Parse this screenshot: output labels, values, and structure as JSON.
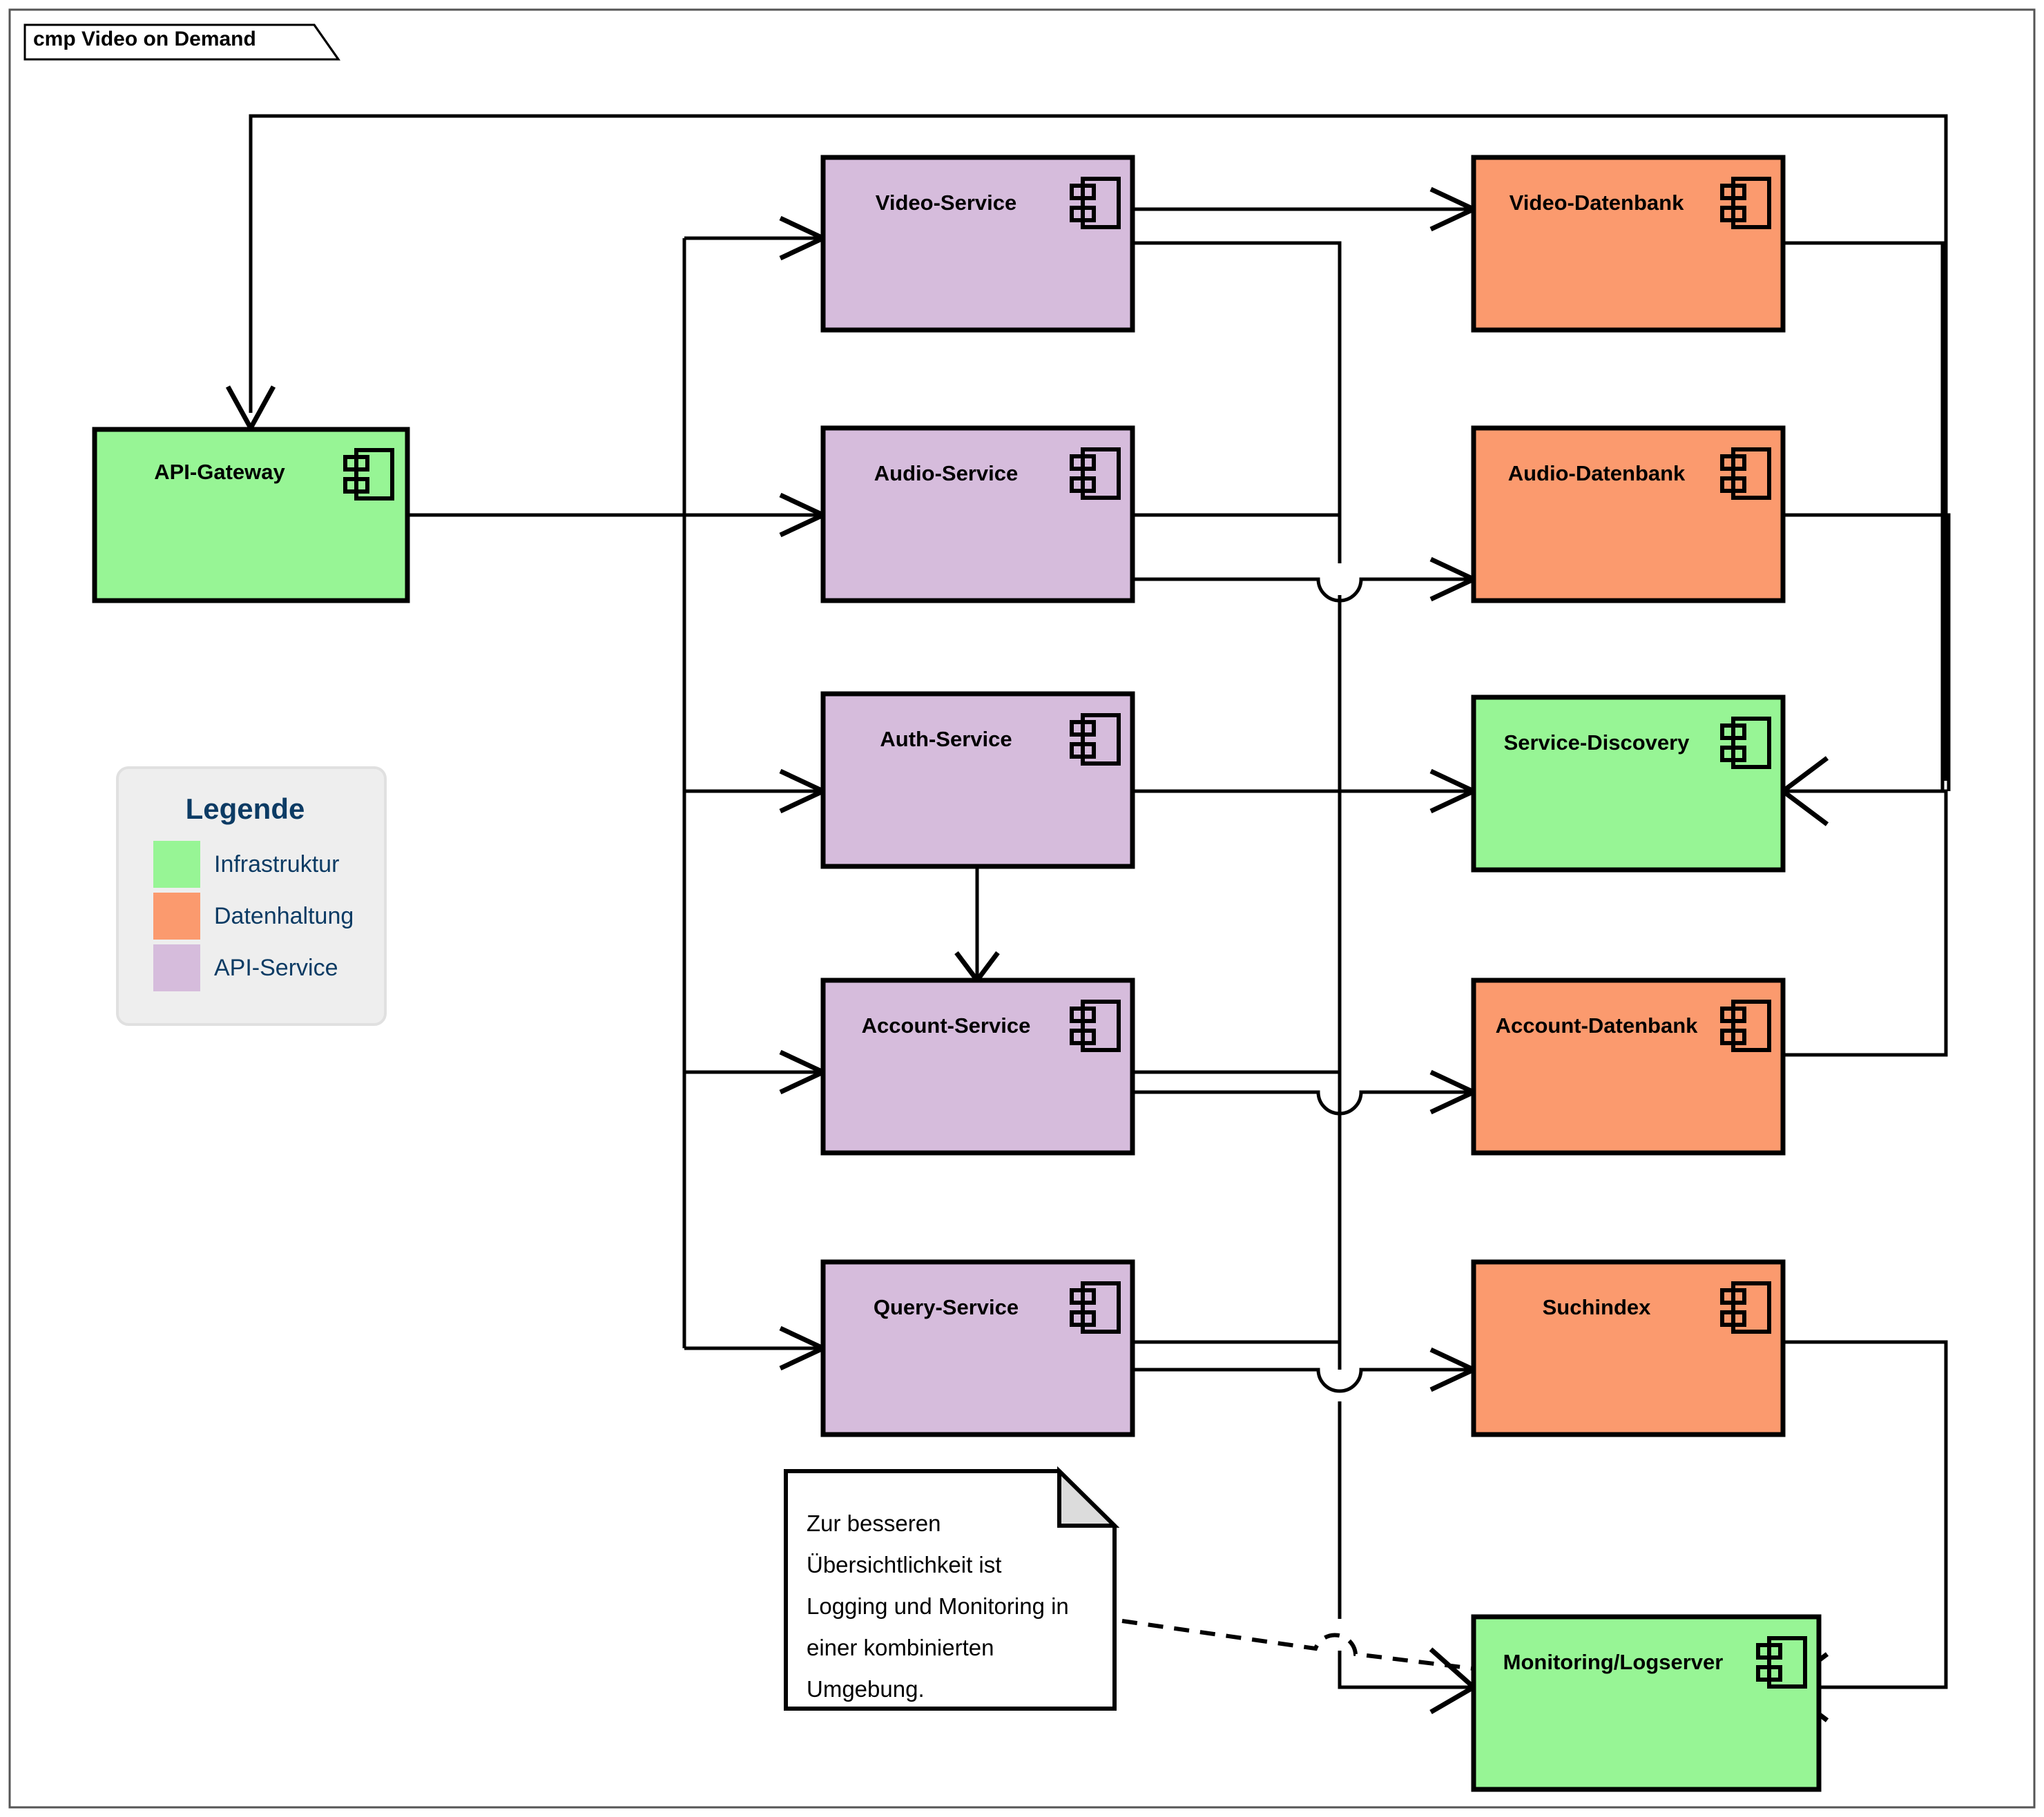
{
  "frame": {
    "title": "cmp Video on Demand",
    "kind": "uml-component-diagram"
  },
  "palette": {
    "infrastruktur": "#97F595",
    "datenhaltung": "#FB9A6E",
    "api_service": "#D6BCDC",
    "legend_background": "#EEEEEE",
    "legend_text": "#0C3B64",
    "line": "#000000",
    "frame_border": "#555555",
    "canvas": "#FFFFFF"
  },
  "legend": {
    "title": "Legende",
    "items": [
      {
        "label": "Infrastruktur",
        "color": "#97F595"
      },
      {
        "label": "Datenhaltung",
        "color": "#FB9A6E"
      },
      {
        "label": "API-Service",
        "color": "#D6BCDC"
      }
    ]
  },
  "components": [
    {
      "id": "api-gateway",
      "label": "API-Gateway",
      "category": "Infrastruktur",
      "color": "#97F595",
      "icon": "uml-component-icon"
    },
    {
      "id": "video-service",
      "label": "Video-Service",
      "category": "API-Service",
      "color": "#D6BCDC",
      "icon": "uml-component-icon"
    },
    {
      "id": "audio-service",
      "label": "Audio-Service",
      "category": "API-Service",
      "color": "#D6BCDC",
      "icon": "uml-component-icon"
    },
    {
      "id": "auth-service",
      "label": "Auth-Service",
      "category": "API-Service",
      "color": "#D6BCDC",
      "icon": "uml-component-icon"
    },
    {
      "id": "account-service",
      "label": "Account-Service",
      "category": "API-Service",
      "color": "#D6BCDC",
      "icon": "uml-component-icon"
    },
    {
      "id": "query-service",
      "label": "Query-Service",
      "category": "API-Service",
      "color": "#D6BCDC",
      "icon": "uml-component-icon"
    },
    {
      "id": "video-datenbank",
      "label": "Video-Datenbank",
      "category": "Datenhaltung",
      "color": "#FB9A6E",
      "icon": "uml-component-icon"
    },
    {
      "id": "audio-datenbank",
      "label": "Audio-Datenbank",
      "category": "Datenhaltung",
      "color": "#FB9A6E",
      "icon": "uml-component-icon"
    },
    {
      "id": "service-discovery",
      "label": "Service-Discovery",
      "category": "Infrastruktur",
      "color": "#97F595",
      "icon": "uml-component-icon"
    },
    {
      "id": "account-datenbank",
      "label": "Account-Datenbank",
      "category": "Datenhaltung",
      "color": "#FB9A6E",
      "icon": "uml-component-icon"
    },
    {
      "id": "suchindex",
      "label": "Suchindex",
      "category": "Datenhaltung",
      "color": "#FB9A6E",
      "icon": "uml-component-icon"
    },
    {
      "id": "monitoring-logserver",
      "label": "Monitoring/Logserver",
      "category": "Infrastruktur",
      "color": "#97F595",
      "icon": "uml-component-icon"
    }
  ],
  "note": {
    "id": "note-logging-monitoring",
    "lines": [
      "Zur besseren",
      "Übersichtlichkeit ist",
      "Logging und Monitoring in",
      "einer kombinierten",
      "Umgebung."
    ],
    "attached_to": "monitoring-logserver",
    "connector_style": "dashed"
  },
  "connections": [
    {
      "from": "service-discovery",
      "to": "api-gateway",
      "style": "solid",
      "arrow": "open"
    },
    {
      "from": "api-gateway",
      "to": "video-service",
      "style": "solid",
      "arrow": "open"
    },
    {
      "from": "api-gateway",
      "to": "audio-service",
      "style": "solid",
      "arrow": "open"
    },
    {
      "from": "api-gateway",
      "to": "auth-service",
      "style": "solid",
      "arrow": "open"
    },
    {
      "from": "api-gateway",
      "to": "account-service",
      "style": "solid",
      "arrow": "open"
    },
    {
      "from": "api-gateway",
      "to": "query-service",
      "style": "solid",
      "arrow": "open"
    },
    {
      "from": "auth-service",
      "to": "account-service",
      "style": "solid",
      "arrow": "open"
    },
    {
      "from": "video-service",
      "to": "video-datenbank",
      "style": "solid",
      "arrow": "open"
    },
    {
      "from": "audio-service",
      "to": "audio-datenbank",
      "style": "solid",
      "arrow": "open"
    },
    {
      "from": "auth-service",
      "to": "service-discovery",
      "style": "solid",
      "arrow": "open"
    },
    {
      "from": "account-service",
      "to": "account-datenbank",
      "style": "solid",
      "arrow": "open"
    },
    {
      "from": "query-service",
      "to": "suchindex",
      "style": "solid",
      "arrow": "open"
    },
    {
      "from": "video-datenbank",
      "to": "service-discovery",
      "style": "solid",
      "arrow": "open"
    },
    {
      "from": "audio-datenbank",
      "to": "service-discovery",
      "style": "solid",
      "arrow": "open"
    },
    {
      "from": "account-datenbank",
      "to": "service-discovery",
      "style": "solid",
      "arrow": "open"
    },
    {
      "from": "suchindex",
      "to": "monitoring-logserver",
      "style": "solid",
      "arrow": "open"
    },
    {
      "from": "video-service",
      "to": "monitoring-logserver",
      "style": "solid",
      "arrow": "open"
    },
    {
      "from": "note-logging-monitoring",
      "to": "monitoring-logserver",
      "style": "dashed",
      "arrow": "none"
    }
  ]
}
